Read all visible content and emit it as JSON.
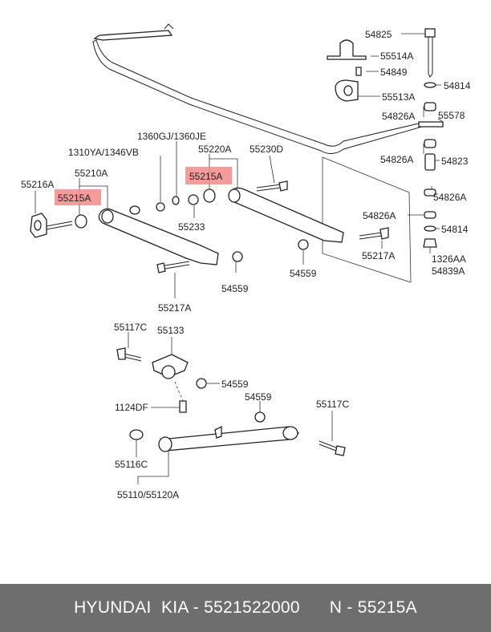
{
  "labels": {
    "l54825": "54825",
    "l55514A": "55514A",
    "l54849": "54849",
    "l54814a": "54814",
    "l55513A": "55513A",
    "l54826Aa": "54826A",
    "l55578": "55578",
    "l54826Ab": "54826A",
    "l54823": "54823",
    "l54826Ac": "54826A",
    "l54826Ad": "54826A",
    "l54814b": "54814",
    "l1326AA": "1326AA",
    "l54839A": "54839A",
    "l1360": "1360GJ/1360JE",
    "l55220A": "55220A",
    "l55230D": "55230D",
    "l1310": "1310YA/1346VB",
    "l55210A": "55210A",
    "l55216A": "55216A",
    "l55215Aa": "55215A",
    "l55215Ab": "55215A",
    "l55233": "55233",
    "l54559a": "54559",
    "l55217Aa": "55217A",
    "l54559b": "54559",
    "l55217Ab": "55217A",
    "l55117Ca": "55117C",
    "l55133": "55133",
    "l54559c": "54559",
    "l1124DF": "1124DF",
    "l54559d": "54559",
    "l55117Cb": "55117C",
    "l55116C": "55116C",
    "l55110": "55110/55120A"
  },
  "footer": {
    "brand": "HYUNDAI  KIA - 5521522000",
    "part": "N - 55215A"
  },
  "colors": {
    "highlight": "#f28a8a",
    "footer_bg": "#6e6e6e"
  }
}
